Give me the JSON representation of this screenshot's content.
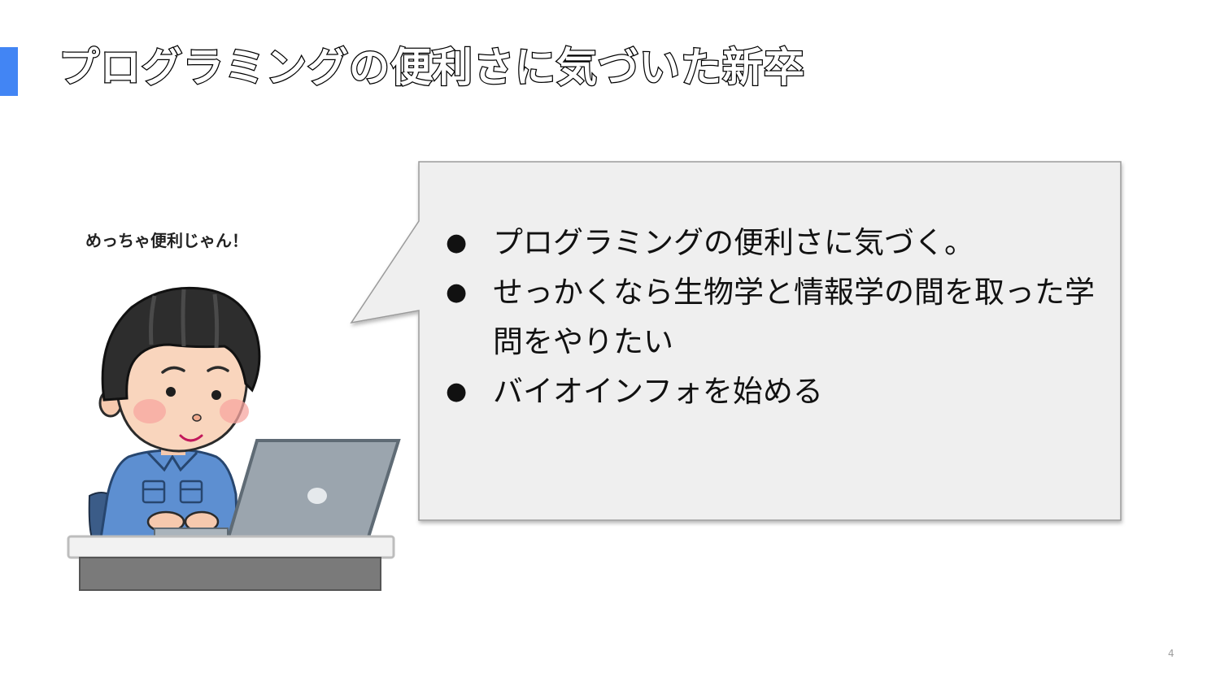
{
  "slide": {
    "title": "プログラミングの便利さに気づいた新卒",
    "accent_color": "#4285f4",
    "page_number": "4"
  },
  "character": {
    "speech": "めっちゃ便利じゃん！"
  },
  "bubble": {
    "fill_color": "#efefef",
    "items": [
      {
        "text": "プログラミングの便利さに気づく。"
      },
      {
        "text": "せっかくなら生物学と情報学の間を取った学問をやりたい"
      },
      {
        "text": "バイオインフォを始める"
      }
    ]
  }
}
